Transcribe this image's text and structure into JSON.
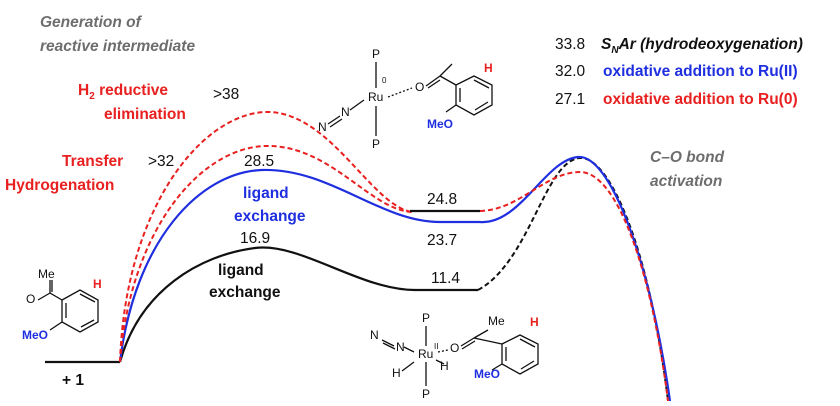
{
  "header": {
    "generation_line1": "Generation of",
    "generation_line2": "reactive intermediate",
    "cleavage_line1": "C–O bond",
    "cleavage_line2": "activation"
  },
  "pathways": {
    "h2_line1": "H",
    "h2_sub": "2",
    "h2_rest": " reductive",
    "h2_line2": "elimination",
    "h2_value": ">38",
    "transfer_line1": "Transfer",
    "transfer_line2": "Hydrogenation",
    "transfer_value": ">32"
  },
  "energies": {
    "blue_peak": "28.5",
    "blue_well": "24.8",
    "black_peak": "16.9",
    "middle_well": "23.7",
    "black_well": "11.4"
  },
  "labels": {
    "blue_exchange_line1": "ligand",
    "blue_exchange_line2": "exchange",
    "black_exchange_line1": "ligand",
    "black_exchange_line2": "exchange",
    "start": "+ 1"
  },
  "legend": [
    {
      "value": "33.8",
      "label_main": "S",
      "label_sub": "N",
      "label_rest": "Ar (hydrodeoxygenation)",
      "color": "#111111"
    },
    {
      "value": "32.0",
      "label_main": "oxidative addition to Ru(II)",
      "color": "#1f2fe0"
    },
    {
      "value": "27.1",
      "label_main": "oxidative addition to Ru(0)",
      "color": "#e8201f"
    }
  ],
  "molecules": {
    "substrate": {
      "acyl": "Me",
      "o": "O",
      "h": "H",
      "meo": "MeO"
    },
    "ru0_complex": {
      "p_top": "P",
      "p_bottom": "P",
      "ru": "Ru",
      "ox": "0",
      "o": "O",
      "n2": "N",
      "n2b": "N",
      "h": "H",
      "meo": "MeO"
    },
    "ru2_complex": {
      "p_top": "P",
      "p_bottom": "P",
      "ru": "Ru",
      "ox": "II",
      "o": "O",
      "me": "Me",
      "n2": "N",
      "n2b": "N",
      "h1": "H",
      "h2": "H",
      "h3": "H",
      "meo": "MeO"
    }
  },
  "colors": {
    "black": "#111111",
    "blue": "#1f2fe0",
    "red": "#e8201f",
    "gray": "#6d6d6d"
  }
}
